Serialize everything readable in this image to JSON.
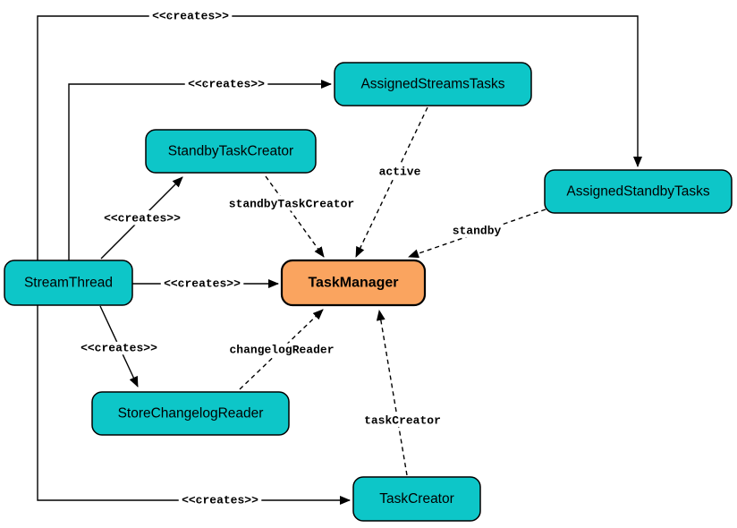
{
  "diagram": {
    "type": "uml-object-diagram",
    "subject": "TaskManager collaborators",
    "colors": {
      "node_fill": "#0dc6c8",
      "highlight_fill": "#faa45f",
      "border": "#000000",
      "background": "#ffffff",
      "edge": "#000000"
    },
    "nodes": [
      {
        "id": "stream-thread",
        "label": "StreamThread",
        "highlight": false
      },
      {
        "id": "standby-task-creator",
        "label": "StandbyTaskCreator",
        "highlight": false
      },
      {
        "id": "assigned-streams-tasks",
        "label": "AssignedStreamsTasks",
        "highlight": false
      },
      {
        "id": "assigned-standby-tasks",
        "label": "AssignedStandbyTasks",
        "highlight": false
      },
      {
        "id": "task-manager",
        "label": "TaskManager",
        "highlight": true
      },
      {
        "id": "store-changelog-reader",
        "label": "StoreChangelogReader",
        "highlight": false
      },
      {
        "id": "task-creator",
        "label": "TaskCreator",
        "highlight": false
      }
    ],
    "edges": [
      {
        "from": "StreamThread",
        "to": "AssignedStandbyTasks",
        "label": "<<creates>>",
        "style": "solid"
      },
      {
        "from": "StreamThread",
        "to": "AssignedStreamsTasks",
        "label": "<<creates>>",
        "style": "solid"
      },
      {
        "from": "StreamThread",
        "to": "StandbyTaskCreator",
        "label": "<<creates>>",
        "style": "solid"
      },
      {
        "from": "StreamThread",
        "to": "TaskManager",
        "label": "<<creates>>",
        "style": "solid"
      },
      {
        "from": "StreamThread",
        "to": "StoreChangelogReader",
        "label": "<<creates>>",
        "style": "solid"
      },
      {
        "from": "StreamThread",
        "to": "TaskCreator",
        "label": "<<creates>>",
        "style": "solid"
      },
      {
        "from": "StandbyTaskCreator",
        "to": "TaskManager",
        "label": "standbyTaskCreator",
        "style": "dashed"
      },
      {
        "from": "AssignedStreamsTasks",
        "to": "TaskManager",
        "label": "active",
        "style": "dashed"
      },
      {
        "from": "AssignedStandbyTasks",
        "to": "TaskManager",
        "label": "standby",
        "style": "dashed"
      },
      {
        "from": "StoreChangelogReader",
        "to": "TaskManager",
        "label": "changelogReader",
        "style": "dashed"
      },
      {
        "from": "TaskCreator",
        "to": "TaskManager",
        "label": "taskCreator",
        "style": "dashed"
      }
    ]
  }
}
